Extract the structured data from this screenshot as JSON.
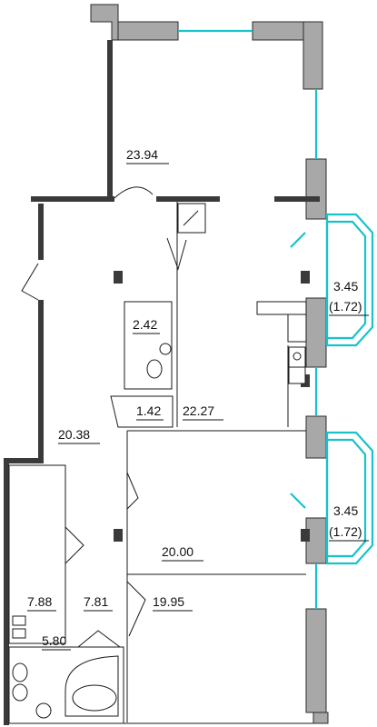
{
  "plan": {
    "colors": {
      "wall": "#3a3a3a",
      "wall_exterior": "#a8a8a8",
      "window": "#19c2c9",
      "line": "#1a1a1a",
      "text": "#111111"
    },
    "rooms": [
      {
        "id": "room-top",
        "area": "23.94"
      },
      {
        "id": "bath-upper",
        "area": "2.42"
      },
      {
        "id": "closet",
        "area": "1.42"
      },
      {
        "id": "kitchen-living",
        "area": "22.27"
      },
      {
        "id": "balcony-upper",
        "area": "3.45"
      },
      {
        "id": "balcony-upper-reduced",
        "area": "(1.72)"
      },
      {
        "id": "hall",
        "area": "20.38"
      },
      {
        "id": "balcony-lower",
        "area": "3.45"
      },
      {
        "id": "balcony-lower-reduced",
        "area": "(1.72)"
      },
      {
        "id": "room-middle",
        "area": "20.00"
      },
      {
        "id": "storage-left",
        "area": "7.88"
      },
      {
        "id": "corridor-small",
        "area": "7.81"
      },
      {
        "id": "room-bottom",
        "area": "19.95"
      },
      {
        "id": "bath-lower",
        "area": "5.80"
      }
    ]
  }
}
